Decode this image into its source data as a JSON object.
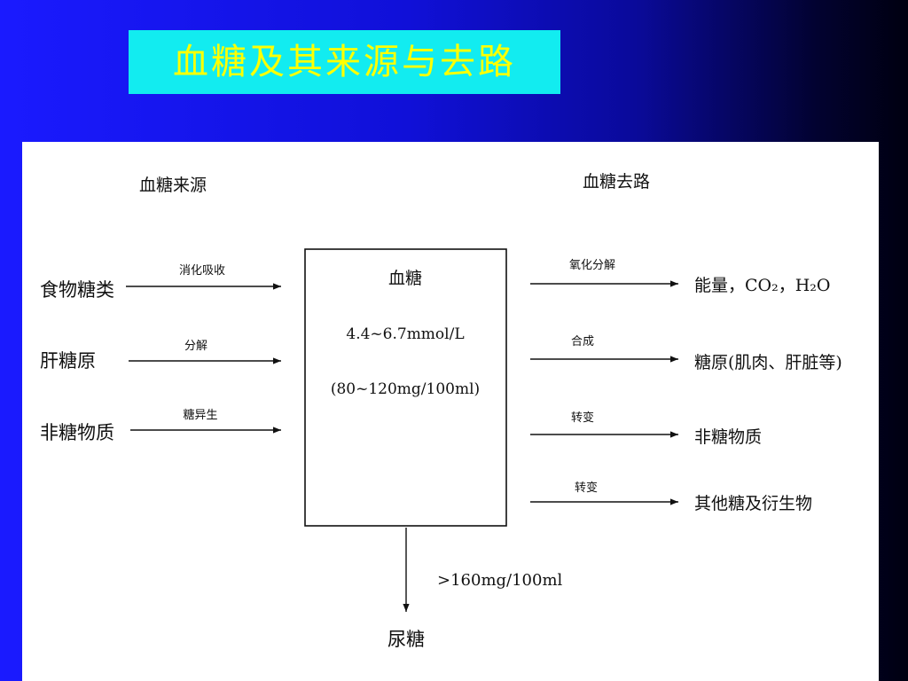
{
  "slide_title": "血糖及其来源与去路",
  "diagram": {
    "sources_heading": "血糖来源",
    "destinations_heading": "血糖去路",
    "center": {
      "label": "血糖",
      "range_mmol": "4.4~6.7mmol/L",
      "range_mg": "(80~120mg/100ml)"
    },
    "sources": [
      {
        "name": "食物糖类",
        "process": "消化吸收"
      },
      {
        "name": "肝糖原",
        "process": "分解"
      },
      {
        "name": "非糖物质",
        "process": "糖异生"
      }
    ],
    "destinations": [
      {
        "process": "氧化分解",
        "name": "能量，CO₂，H₂O"
      },
      {
        "process": "合成",
        "name": "糖原(肌肉、肝脏等)"
      },
      {
        "process": "转变",
        "name": "非糖物质"
      },
      {
        "process": "转变",
        "name": "其他糖及衍生物"
      }
    ],
    "excretion": {
      "condition": ">160mg/100ml",
      "name": "尿糖"
    }
  }
}
